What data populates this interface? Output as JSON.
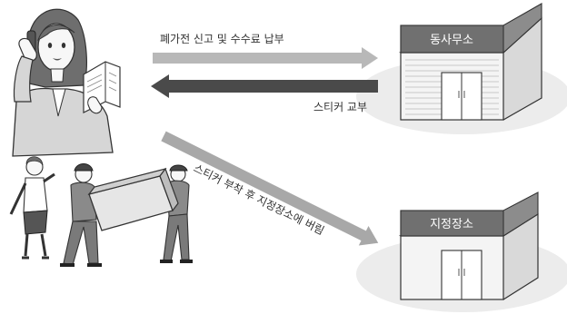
{
  "flows": {
    "pay_fee": "폐가전 신고 및 수수료 납부",
    "sticker_issue": "스티커 교부",
    "dispose": "스티커 부착 후 지정장소에 버림"
  },
  "buildings": {
    "office": "동사무소",
    "designated_place": "지정장소"
  },
  "colors": {
    "light_arrow": "#b8b8b8",
    "dark_arrow": "#4a4a4a",
    "diag_arrow": "#a8a8a8",
    "sign": "#707070",
    "ground": "#ececec"
  }
}
